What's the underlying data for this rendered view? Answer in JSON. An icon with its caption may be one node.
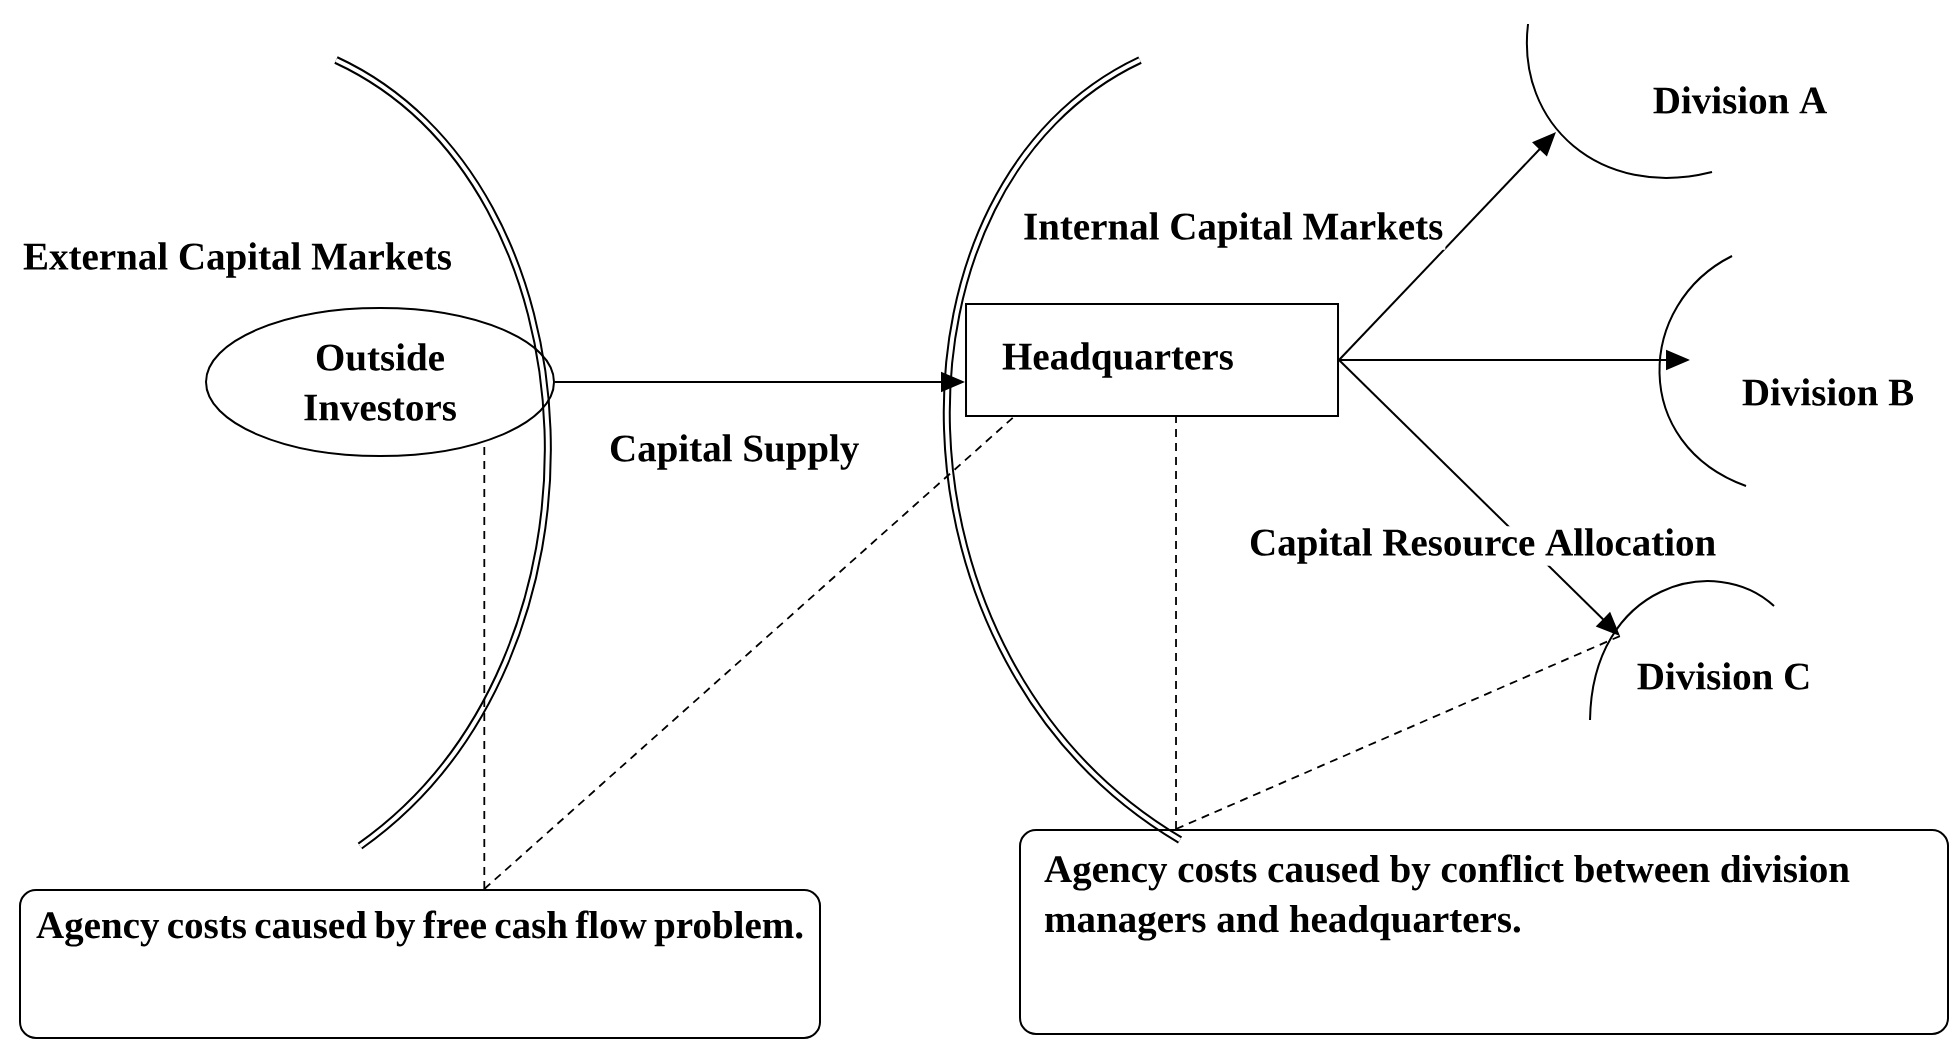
{
  "diagram": {
    "nodes": [
      {
        "text": [
          "Outside Investors"
        ]
      },
      {
        "text": [
          "Headquarters"
        ]
      },
      {
        "text": [
          "Division A"
        ]
      },
      {
        "text": [
          "Division B"
        ]
      },
      {
        "text": [
          "Division C"
        ]
      },
      {
        "text": [
          "Agency costs caused by free cash flow problem."
        ]
      },
      {
        "text": [
          "Agency costs caused by conflict between division managers and headquarters."
        ]
      }
    ],
    "edges": [
      {
        "from": 0,
        "to": 1,
        "arrow": "to"
      },
      {
        "from": 1,
        "to": 2,
        "arrow": "to"
      },
      {
        "from": 1,
        "to": 3,
        "arrow": "to"
      },
      {
        "from": 1,
        "to": 4,
        "arrow": "to"
      },
      {
        "from": 5,
        "to": 0,
        "arrow": "none",
        "style": "dashed"
      },
      {
        "from": 5,
        "to": 1,
        "arrow": "none",
        "style": "dashed"
      },
      {
        "from": 6,
        "to": 1,
        "arrow": "none",
        "style": "dashed"
      },
      {
        "from": 6,
        "to": 4,
        "arrow": "none",
        "style": "dashed"
      }
    ],
    "labels": [
      "External Capital Markets",
      "Internal Capital Markets",
      "Capital Supply",
      "Capital Resource Allocation"
    ]
  }
}
